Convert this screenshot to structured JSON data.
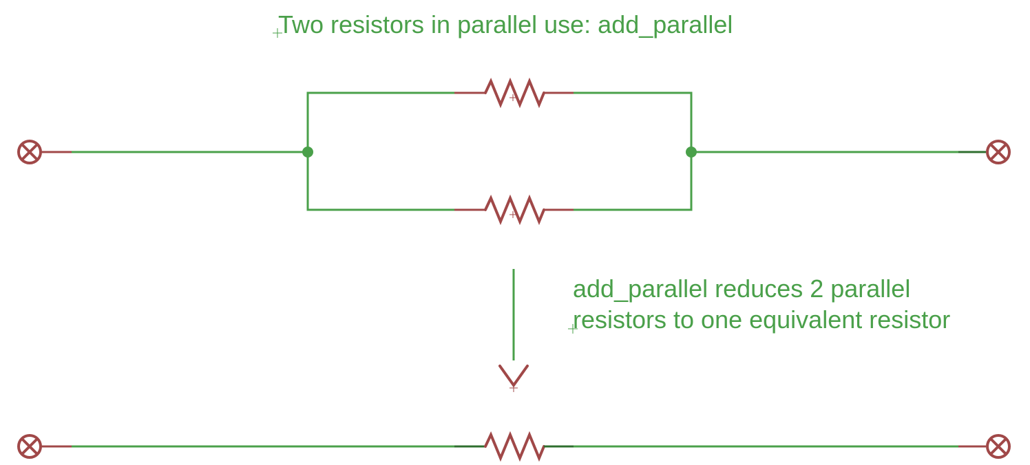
{
  "title_text": "Two resistors in parallel use:  add_parallel",
  "note": {
    "line1": "add_parallel reduces 2 parallel",
    "line2": "resistors to one equivalent resistor"
  },
  "colors": {
    "wire": "#4aa04a",
    "component": "#a04848",
    "label": "#4aa04a",
    "background": "#ffffff"
  },
  "icons": {
    "terminal": "terminal-x-circle-icon",
    "resistor": "resistor-zigzag-icon",
    "arrow": "down-arrow-icon"
  }
}
